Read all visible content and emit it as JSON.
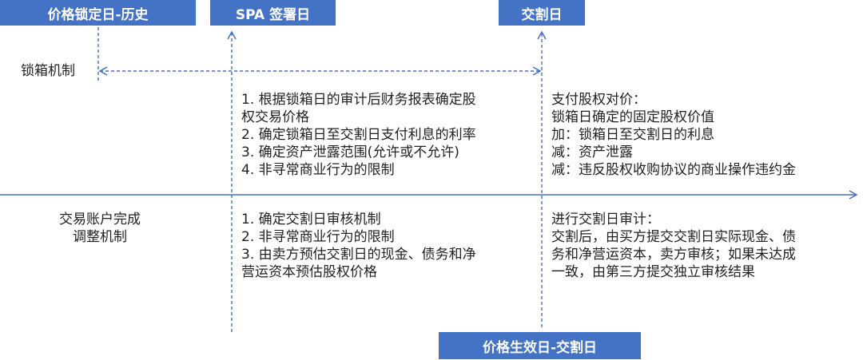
{
  "colors": {
    "accent": "#4472C4",
    "text": "#222222",
    "background": "#ffffff"
  },
  "headers": {
    "price_lock": "价格锁定日-历史",
    "spa": "SPA 签署日",
    "closing": "交割日",
    "price_effective": "价格生效日-交割日"
  },
  "rows": {
    "locked_box": {
      "label": "锁箱机制",
      "middle_lines": [
        "1. 根据锁箱日的审计后财务报表确定股",
        "权交易价格",
        "2. 确定锁箱日至交割日支付利息的利率",
        "3. 确定资产泄露范围(允许或不允许)",
        "4. 非寻常商业行为的限制"
      ],
      "right_lines": [
        "支付股权对价：",
        "锁箱日确定的固定股权价值",
        "加：锁箱日至交割日的利息",
        "减：资产泄露",
        "减：违反股权收购协议的商业操作违约金"
      ]
    },
    "completion_accounts": {
      "label_lines": [
        "交易账户完成",
        "调整机制"
      ],
      "middle_lines": [
        "1. 确定交割日审核机制",
        "2. 非寻常商业行为的限制",
        "3. 由卖方预估交割日的现金、债务和净",
        "营运资本预估股权价格"
      ],
      "right_lines": [
        "进行交割日审计：",
        "交割后，由买方提交交割日实际现金、债",
        "务和净营运资本，卖方审核；如果未达成",
        "一致，由第三方提交独立审核结果"
      ]
    }
  }
}
